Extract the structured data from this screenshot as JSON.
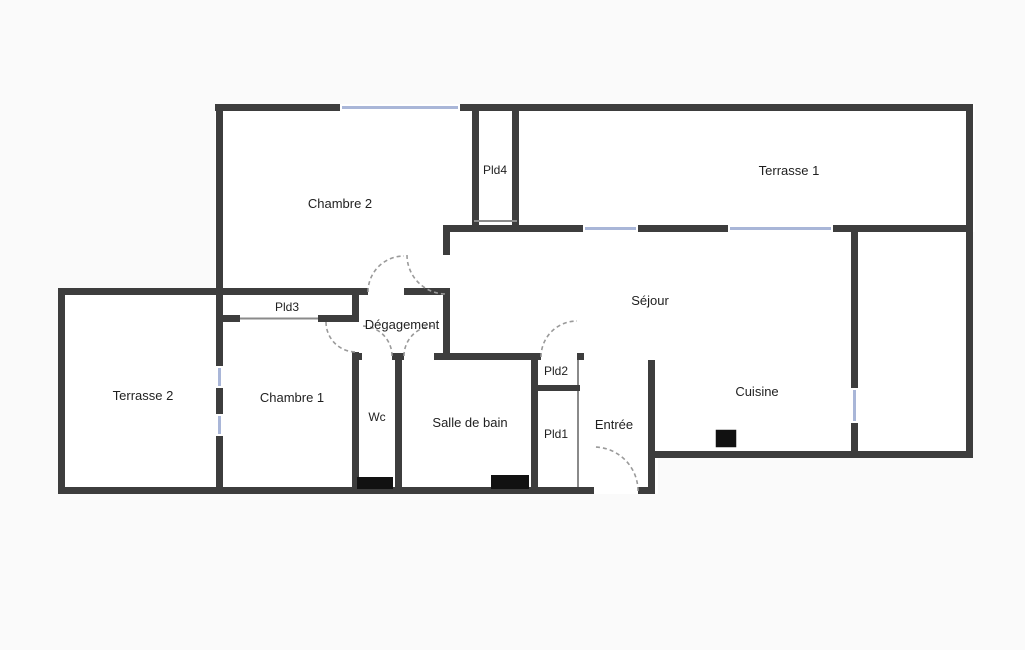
{
  "floorplan": {
    "type": "apartment-floor-plan",
    "rooms": [
      {
        "id": "chambre-2",
        "label": "Chambre 2"
      },
      {
        "id": "pld4",
        "label": "Pld4"
      },
      {
        "id": "terrasse-1",
        "label": "Terrasse 1"
      },
      {
        "id": "sejour",
        "label": "Séjour"
      },
      {
        "id": "pld3",
        "label": "Pld3"
      },
      {
        "id": "degagement",
        "label": "Dégagement"
      },
      {
        "id": "terrasse-2",
        "label": "Terrasse 2"
      },
      {
        "id": "chambre-1",
        "label": "Chambre 1"
      },
      {
        "id": "wc",
        "label": "Wc"
      },
      {
        "id": "salle-de-bain",
        "label": "Salle de bain"
      },
      {
        "id": "pld2",
        "label": "Pld2"
      },
      {
        "id": "pld1",
        "label": "Pld1"
      },
      {
        "id": "entree",
        "label": "Entrée"
      },
      {
        "id": "cuisine",
        "label": "Cuisine"
      }
    ],
    "colors": {
      "background": "#fafafa",
      "floor": "#ffffff",
      "wall": "#3d3d3d",
      "window": "#a9b6d8",
      "door_arc": "#9a9a9a",
      "closet_line": "#8a8a8a",
      "fixture": "#111111",
      "label": "#1f1f1f"
    },
    "graphics": [
      "wall-segment",
      "window-marker",
      "door-swing-arc",
      "closet-front-line",
      "fixture-block"
    ]
  }
}
